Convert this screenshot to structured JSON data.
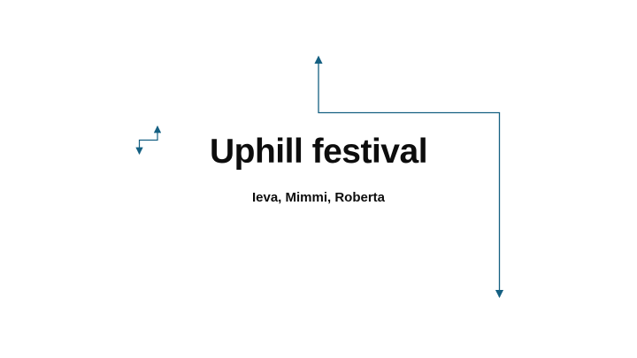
{
  "slide": {
    "title": "Uphill festival",
    "subtitle": "Ieva, Mimmi, Roberta"
  },
  "colors": {
    "accent": "#156082",
    "background": "#ffffff",
    "text": "#0d0d0d"
  },
  "decorations": {
    "large_arrow": "double-headed elbow connector: arrow up at top-center, across to right, arrow down near bottom-right",
    "small_arrow": "small double-headed step connector left of title: arrow up, step left, arrow down"
  }
}
